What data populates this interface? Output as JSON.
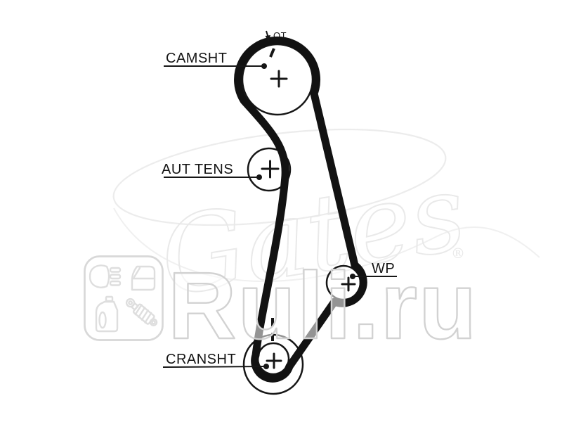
{
  "diagram": {
    "type": "timing-belt-routing",
    "labels": {
      "camshaft": "CAMSHT",
      "tensioner": "AUT TENS",
      "water_pump": "WP",
      "crankshaft": "CRANSHT",
      "timing_mark": "OT"
    },
    "colors": {
      "line": "#161616",
      "belt": "#121212",
      "label_text": "#141414"
    }
  },
  "watermarks": {
    "brand_script": "Gates",
    "registered_symbol": "®",
    "site": "Ruli.ru",
    "colors": {
      "site_stroke": "#d2d2d2",
      "site_fill": "rgba(255,255,255,0.55)",
      "brand_stroke": "#e9e9e9",
      "badge_stroke": "#d8d8d8"
    },
    "badge_icons": [
      "headlight-icon",
      "car-door-icon",
      "oil-canister-icon",
      "shock-absorber-icon"
    ]
  }
}
